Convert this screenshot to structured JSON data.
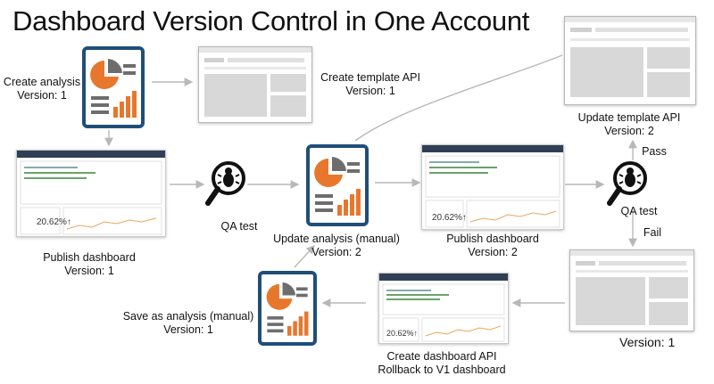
{
  "title": "Dashboard Version Control in One Account",
  "labels": {
    "create_analysis": [
      "Create analysis",
      "Version: 1"
    ],
    "create_template": [
      "Create template API",
      "Version: 1"
    ],
    "update_template": [
      "Update template API",
      "Version: 2"
    ],
    "pass": "Pass",
    "fail": "Fail",
    "qa_test_1": "QA test",
    "qa_test_2": "QA test",
    "update_analysis": [
      "Update analysis (manual)",
      "Version: 2"
    ],
    "publish_dashboard_1": [
      "Publish dashboard",
      "Version: 1"
    ],
    "publish_dashboard_2": [
      "Publish dashboard",
      "Version: 2"
    ],
    "save_as_analysis": [
      "Save as analysis (manual)",
      "Version: 1"
    ],
    "create_dashboard_api": [
      "Create dashboard API",
      "Rollback to V1 dashboard"
    ],
    "version_1_bottom_right": "Version: 1"
  },
  "dashboard_kpi": "20.62%↑",
  "colors": {
    "doc_border": "#1f4e79",
    "orange": "#e8772e",
    "gray_bars": "#6d6d6d",
    "arrow": "#b8b8b8"
  }
}
